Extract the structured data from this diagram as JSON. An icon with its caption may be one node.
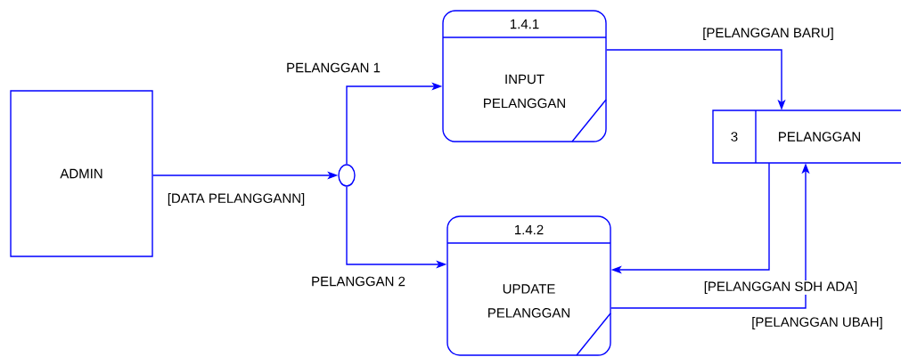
{
  "diagram": {
    "nodes": [
      {
        "text": [
          "ADMIN"
        ]
      },
      {
        "text": [],
        "shape": "circle"
      },
      {
        "text": [
          "1.4.1",
          "INPUT PELANGGAN"
        ]
      },
      {
        "text": [
          "1.4.2",
          "UPDATE PELANGGAN"
        ]
      },
      {
        "text": [
          "3",
          "PELANGGAN"
        ]
      }
    ],
    "edges": [
      {
        "from": 0,
        "to": 1,
        "arrow": "to",
        "label": "[DATA PELANGGANN]"
      },
      {
        "from": 1,
        "to": 2,
        "arrow": "to",
        "label": "PELANGGAN 1"
      },
      {
        "from": 1,
        "to": 3,
        "arrow": "to",
        "label": "PELANGGAN 2"
      },
      {
        "from": 2,
        "to": 4,
        "arrow": "to",
        "label": "[PELANGGAN BARU]"
      },
      {
        "from": 4,
        "to": 3,
        "arrow": "to",
        "label": "[PELANGGAN SDH ADA]"
      },
      {
        "from": 3,
        "to": 4,
        "arrow": "to",
        "label": "[PELANGGAN UBAH]"
      }
    ]
  }
}
